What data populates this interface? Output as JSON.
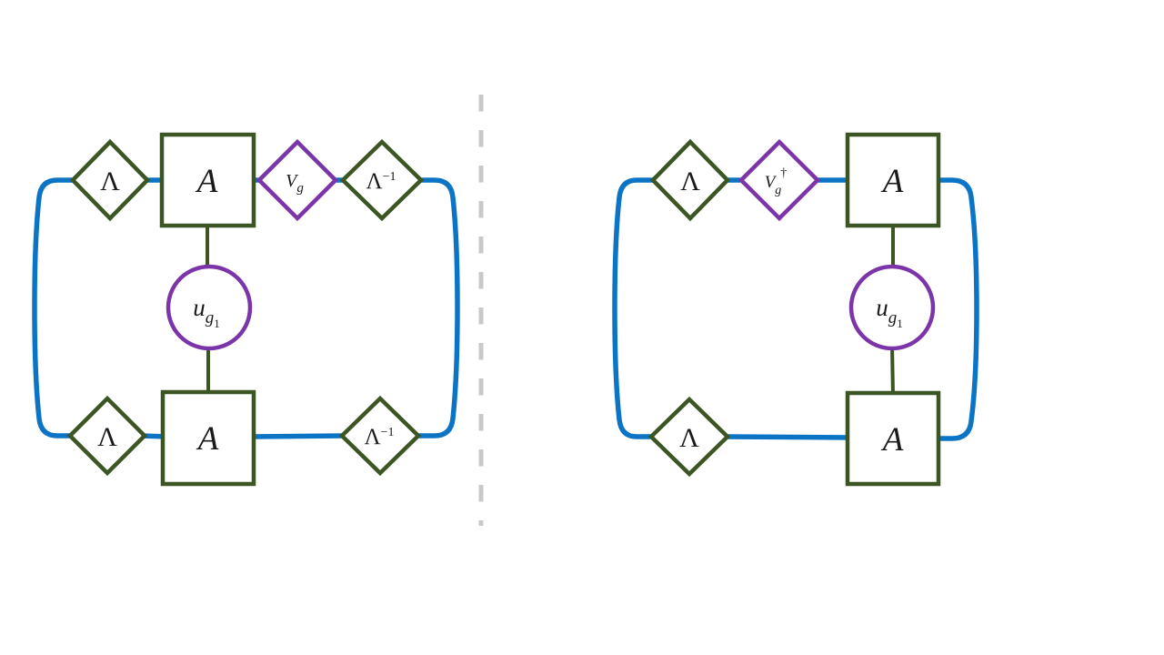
{
  "figure": {
    "description": "Tensor-network gauge-transformation diagram: left network and right network separated by a vertical dashed divider",
    "left_diagram": {
      "top_row_nodes": [
        "Λ",
        "A",
        "V_g",
        "Λ^−1"
      ],
      "middle_nodes": [
        "u_g1"
      ],
      "bottom_row_nodes": [
        "Λ",
        "A",
        "Λ^−1"
      ]
    },
    "right_diagram": {
      "top_row_nodes": [
        "Λ",
        "V_g^†",
        "A"
      ],
      "middle_nodes": [
        "u_g1"
      ],
      "bottom_row_nodes": [
        "Λ",
        "A"
      ]
    }
  },
  "labels": {
    "lambda": "Λ",
    "lambda_inv_base": "Λ",
    "lambda_inv_sup": "−1",
    "a": "A",
    "v_base": "V",
    "v_sub": "g",
    "v_dagger_sup": "†",
    "u_base": "u",
    "u_sub": "g",
    "u_subsub": "1"
  },
  "colors": {
    "green": "#3b5623",
    "purple": "#7b35a9",
    "blue": "#0b74c4",
    "separator_gray": "#c9c9c9",
    "text": "#1a1a1a"
  }
}
